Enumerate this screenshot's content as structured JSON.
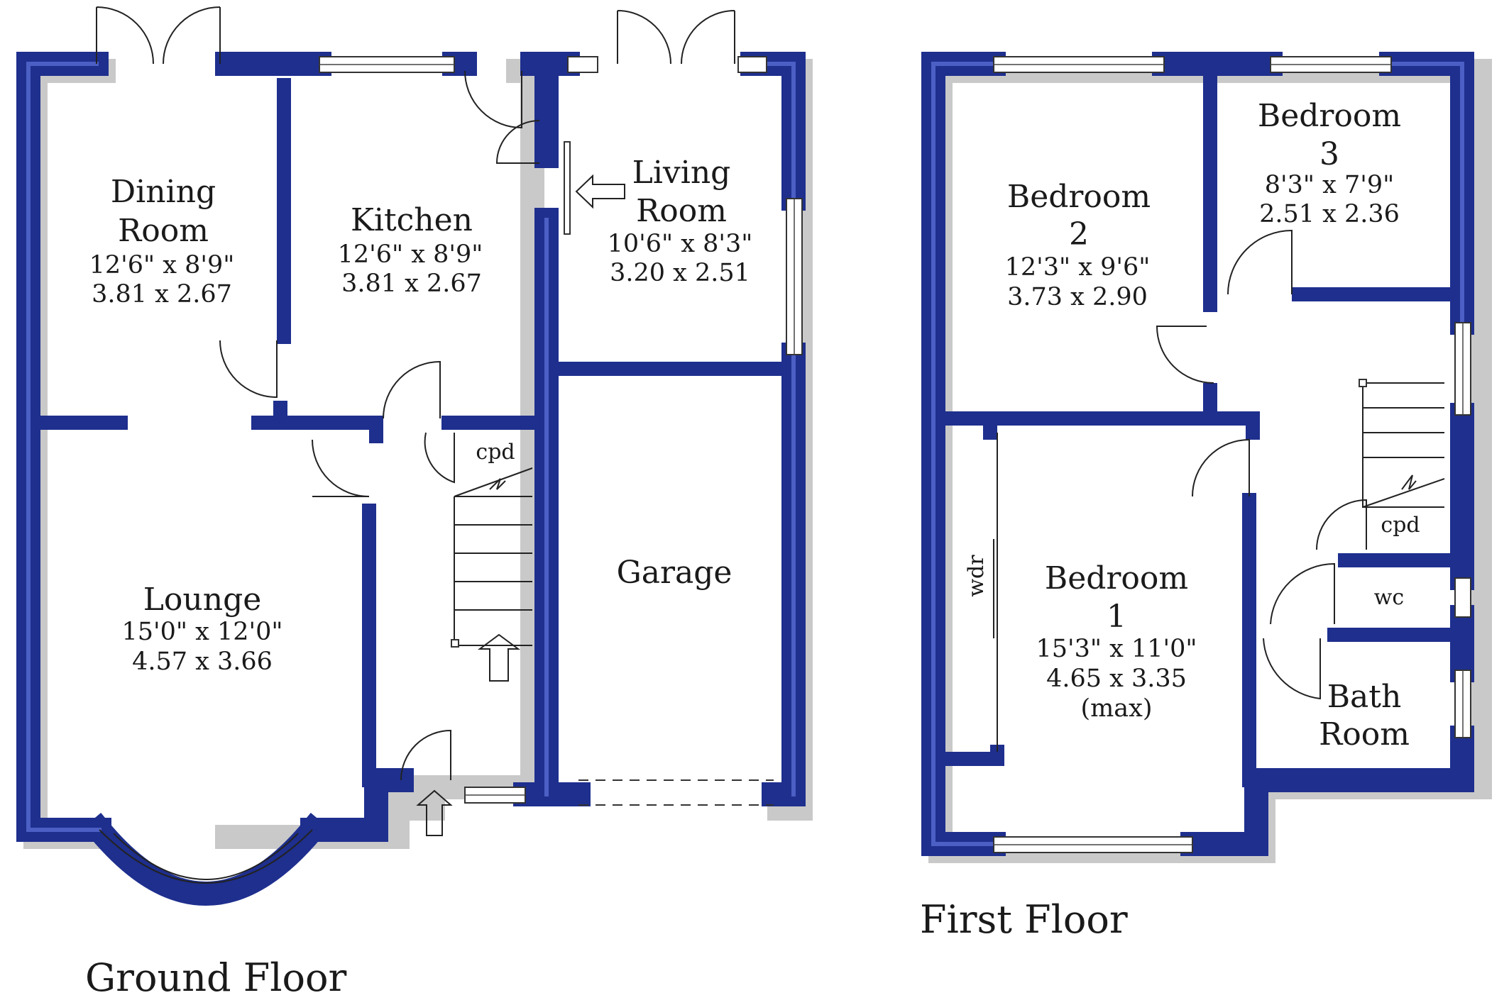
{
  "ground_floor": {
    "title": "Ground Floor",
    "rooms": [
      {
        "name": [
          "Dining",
          "Room"
        ],
        "dims": [
          "12'6\"  x  8'9\"",
          "3.81  x  2.67"
        ]
      },
      {
        "name": [
          "Kitchen"
        ],
        "dims": [
          "12'6\"  x  8'9\"",
          "3.81  x  2.67"
        ]
      },
      {
        "name": [
          "Living",
          "Room"
        ],
        "dims": [
          "10'6\"  x  8'3\"",
          "3.20  x  2.51"
        ]
      },
      {
        "name": [
          "Lounge"
        ],
        "dims": [
          "15'0\"  x  12'0\"",
          "4.57  x  3.66"
        ]
      },
      {
        "name": [
          "Garage"
        ],
        "dims": []
      }
    ],
    "cupboard_label": "cpd"
  },
  "first_floor": {
    "title": "First Floor",
    "rooms": [
      {
        "name": [
          "Bedroom",
          "2"
        ],
        "dims": [
          "12'3\"  x  9'6\"",
          "3.73  x  2.90"
        ]
      },
      {
        "name": [
          "Bedroom",
          "3"
        ],
        "dims": [
          "8'3\"  x  7'9\"",
          "2.51  x  2.36"
        ]
      },
      {
        "name": [
          "Bedroom",
          "1"
        ],
        "dims": [
          "15'3\"  x  11'0\"",
          "4.65  x  3.35",
          "(max)"
        ]
      },
      {
        "name": [
          "Bath",
          "Room"
        ],
        "dims": []
      }
    ],
    "cupboard_label": "cpd",
    "wc_label": "wc",
    "wardrobe_label": "wdr"
  },
  "colors": {
    "wall": "#1e2f8e",
    "wall_highlight": "#4c5fc4"
  }
}
